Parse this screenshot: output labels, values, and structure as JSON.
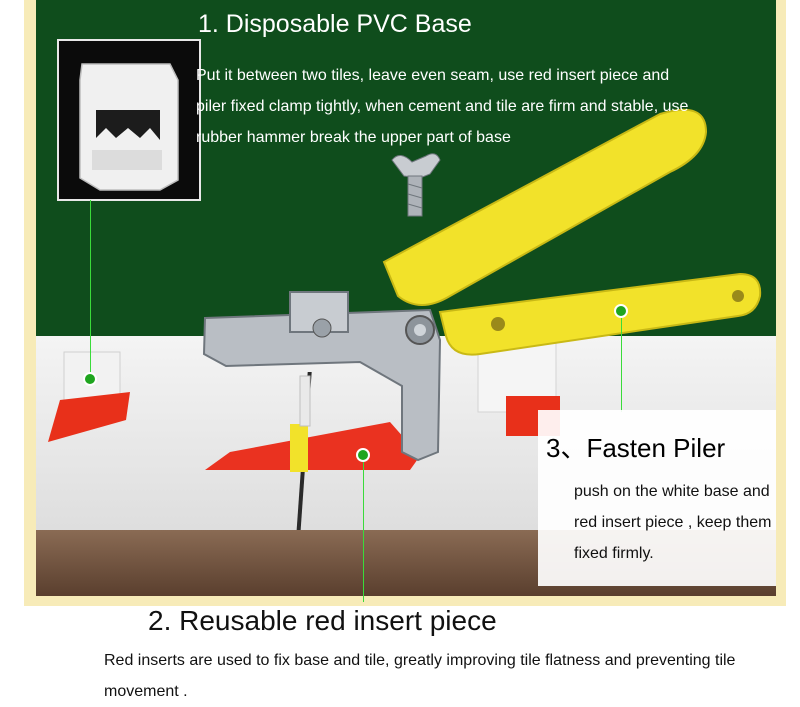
{
  "section1": {
    "title": "1. Disposable PVC Base",
    "description": "Put it between two tiles,  leave even seam, use red insert piece and piler fixed clamp tightly, when  cement and tile are firm and stable, use rubber hammer break the upper part of base"
  },
  "section2": {
    "title": "2. Reusable red insert piece",
    "description": "Red inserts are used to fix base and tile, greatly improving tile flatness and preventing tile movement ."
  },
  "section3": {
    "title": "3、Fasten Piler",
    "description": "push on the white base and red insert piece , keep them fixed firmly."
  },
  "colors": {
    "board": "#0f4d1c",
    "accent_yellow": "#f2e22a",
    "accent_red": "#e8301a",
    "callout_line": "#3adb3a",
    "frame": "#f7ebb8"
  }
}
